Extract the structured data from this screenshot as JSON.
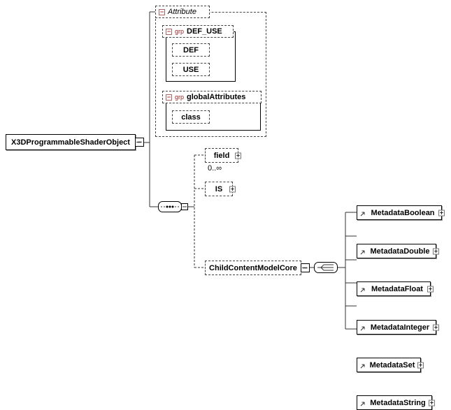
{
  "root_element": {
    "name": "X3DProgrammableShaderObject"
  },
  "attribute_section": {
    "title": "Attribute",
    "groups": [
      {
        "prefix": "grp",
        "name": "DEF_USE",
        "attributes": [
          "DEF",
          "USE"
        ]
      },
      {
        "prefix": "grp",
        "name": "globalAttributes",
        "attributes": [
          "class"
        ]
      }
    ]
  },
  "sequence_children": [
    {
      "name": "field",
      "occurrence": "0..∞"
    },
    {
      "name": "IS",
      "occurrence": ""
    },
    {
      "name": "ChildContentModelCore",
      "occurrence": ""
    }
  ],
  "choice_children": [
    {
      "name": "MetadataBoolean"
    },
    {
      "name": "MetadataDouble"
    },
    {
      "name": "MetadataFloat"
    },
    {
      "name": "MetadataInteger"
    },
    {
      "name": "MetadataSet"
    },
    {
      "name": "MetadataString"
    }
  ],
  "icons": {
    "collapse_glyph": "−",
    "expand_glyph": "+"
  },
  "colors": {
    "grp_prefix": "#992222",
    "box_border": "#000000",
    "dashed_border": "#444444"
  }
}
